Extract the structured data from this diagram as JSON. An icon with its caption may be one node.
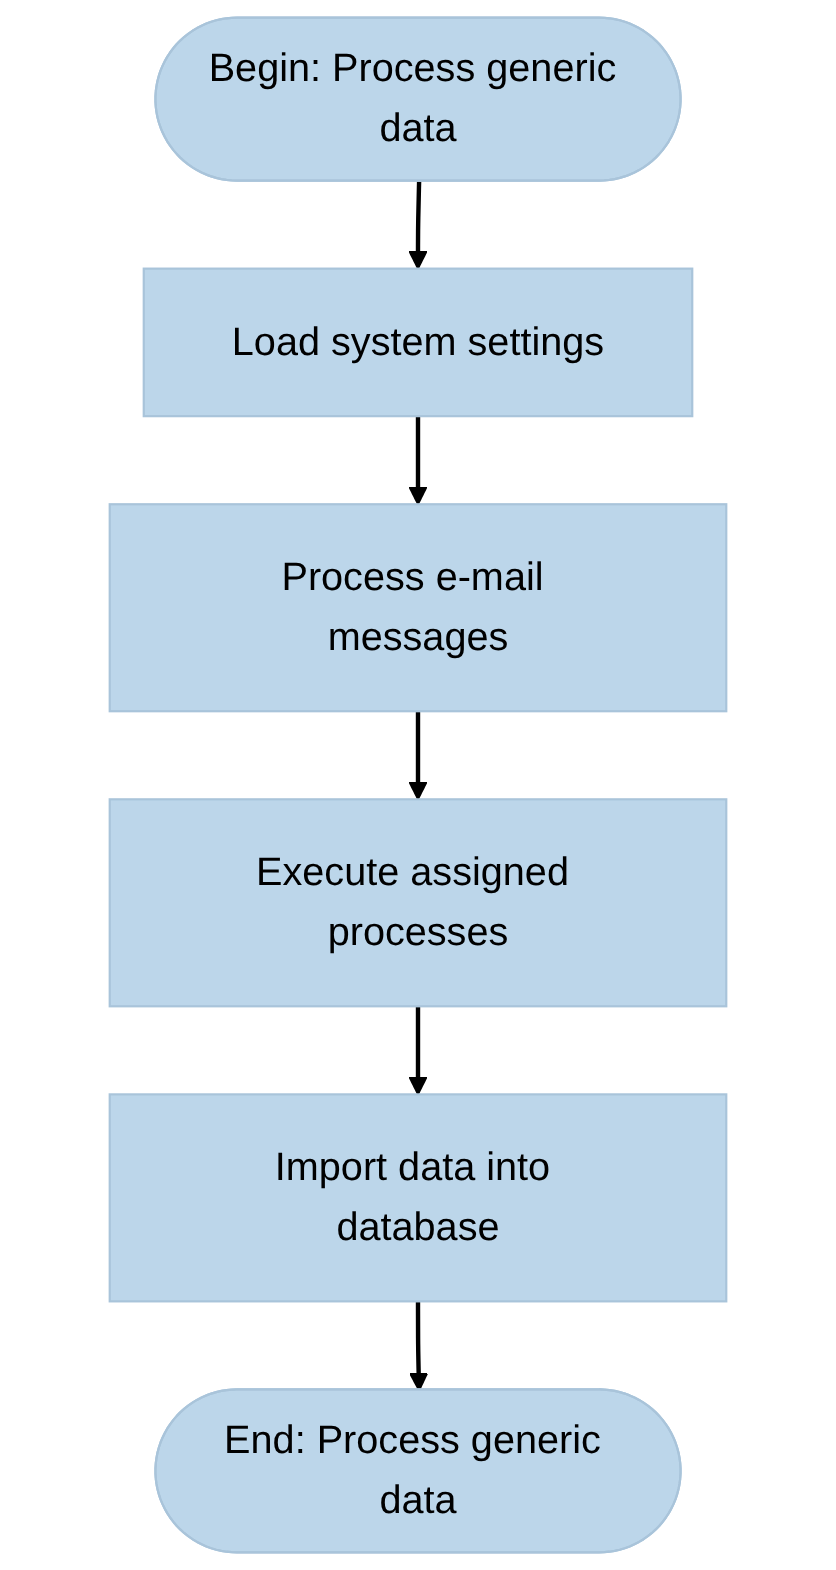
{
  "diagram": {
    "nodes": [
      {
        "text": [
          "Begin: Process generic data"
        ]
      },
      {
        "text": [
          "Load system settings"
        ]
      },
      {
        "text": [
          "Process e-mail messages"
        ]
      },
      {
        "text": [
          "Execute assigned processes"
        ]
      },
      {
        "text": [
          "Import data into database"
        ]
      },
      {
        "text": [
          "End: Process generic data"
        ]
      }
    ],
    "edges": [
      {
        "from": 0,
        "to": 1,
        "arrow": "to"
      },
      {
        "from": 1,
        "to": 2,
        "arrow": "to"
      },
      {
        "from": 2,
        "to": 3,
        "arrow": "to"
      },
      {
        "from": 3,
        "to": 4,
        "arrow": "to"
      },
      {
        "from": 4,
        "to": 5,
        "arrow": "to"
      }
    ]
  }
}
